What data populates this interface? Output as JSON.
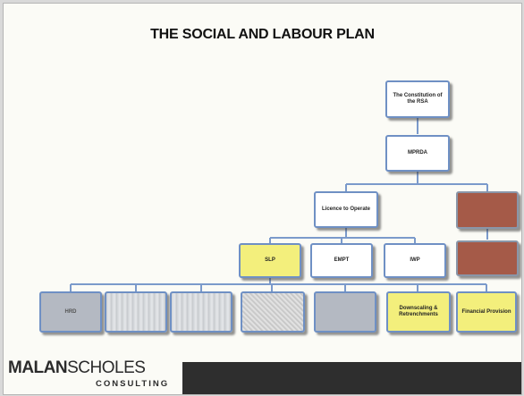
{
  "title": "THE SOCIAL AND LABOUR PLAN",
  "boxes": {
    "constitution": "The Constitution of the RSA",
    "mprda": "MPRDA",
    "licence": "Licence to Operate",
    "brown_1": "",
    "brown_2": "",
    "slp": "SLP",
    "empt": "EMPT",
    "iwp": "IWP",
    "bottom_1": "HRD",
    "bottom_2": "",
    "bottom_3": "",
    "bottom_4": "",
    "bottom_5": "",
    "downscaling": "Downscaling & Retrenchments",
    "financial": "Financial Provision"
  },
  "logo": {
    "brand_bold": "MALAN",
    "brand_regular": "SCHOLES",
    "tagline": "CONSULTING"
  },
  "colors": {
    "connector": "#7b9acb",
    "box_border": "#6f90c4",
    "yellow": "#f3ef7c",
    "brown": "#a55a48",
    "footer_bar": "#2e2e2e"
  }
}
